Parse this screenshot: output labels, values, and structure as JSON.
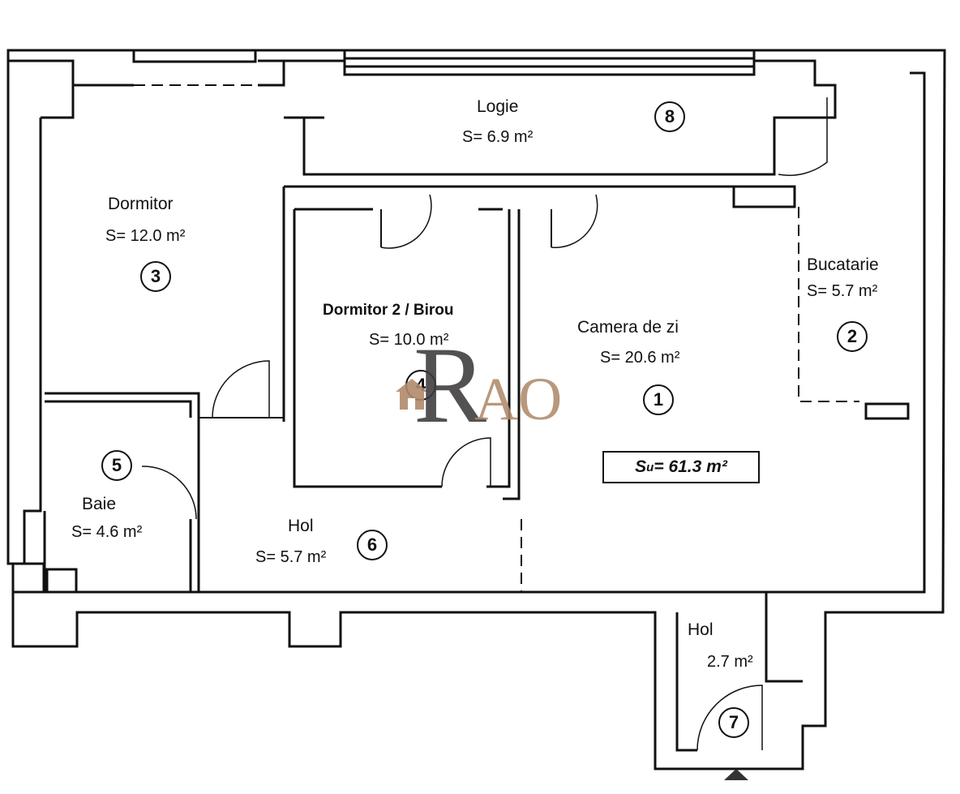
{
  "rooms": {
    "logie": {
      "name": "Logie",
      "area": "S= 6.9 m²",
      "number": "8"
    },
    "dormitor": {
      "name": "Dormitor",
      "area": "S= 12.0 m²",
      "number": "3"
    },
    "dormitor2": {
      "name": "Dormitor 2 / Birou",
      "area": "S= 10.0 m²",
      "number": "4"
    },
    "bucatarie": {
      "name": "Bucatarie",
      "area": "S= 5.7 m²",
      "number": "2"
    },
    "camera": {
      "name": "Camera de zi",
      "area": "S= 20.6 m²",
      "number": "1"
    },
    "baie": {
      "name": "Baie",
      "area": "S= 4.6 m²",
      "number": "5"
    },
    "hol": {
      "name": "Hol",
      "area": "S= 5.7 m²",
      "number": "6"
    },
    "hol2": {
      "name": "Hol",
      "area": "2.7 m²",
      "number": "7"
    }
  },
  "total": {
    "prefix": "S",
    "subscript": "u",
    "value": " = 61.3 m²"
  },
  "logo": {
    "text": "RAO",
    "colors": {
      "r": "#3d3a3b",
      "ao": "#b08a6a",
      "house": "#b08a6a"
    }
  },
  "colors": {
    "wall": "#111111",
    "background": "#ffffff"
  }
}
